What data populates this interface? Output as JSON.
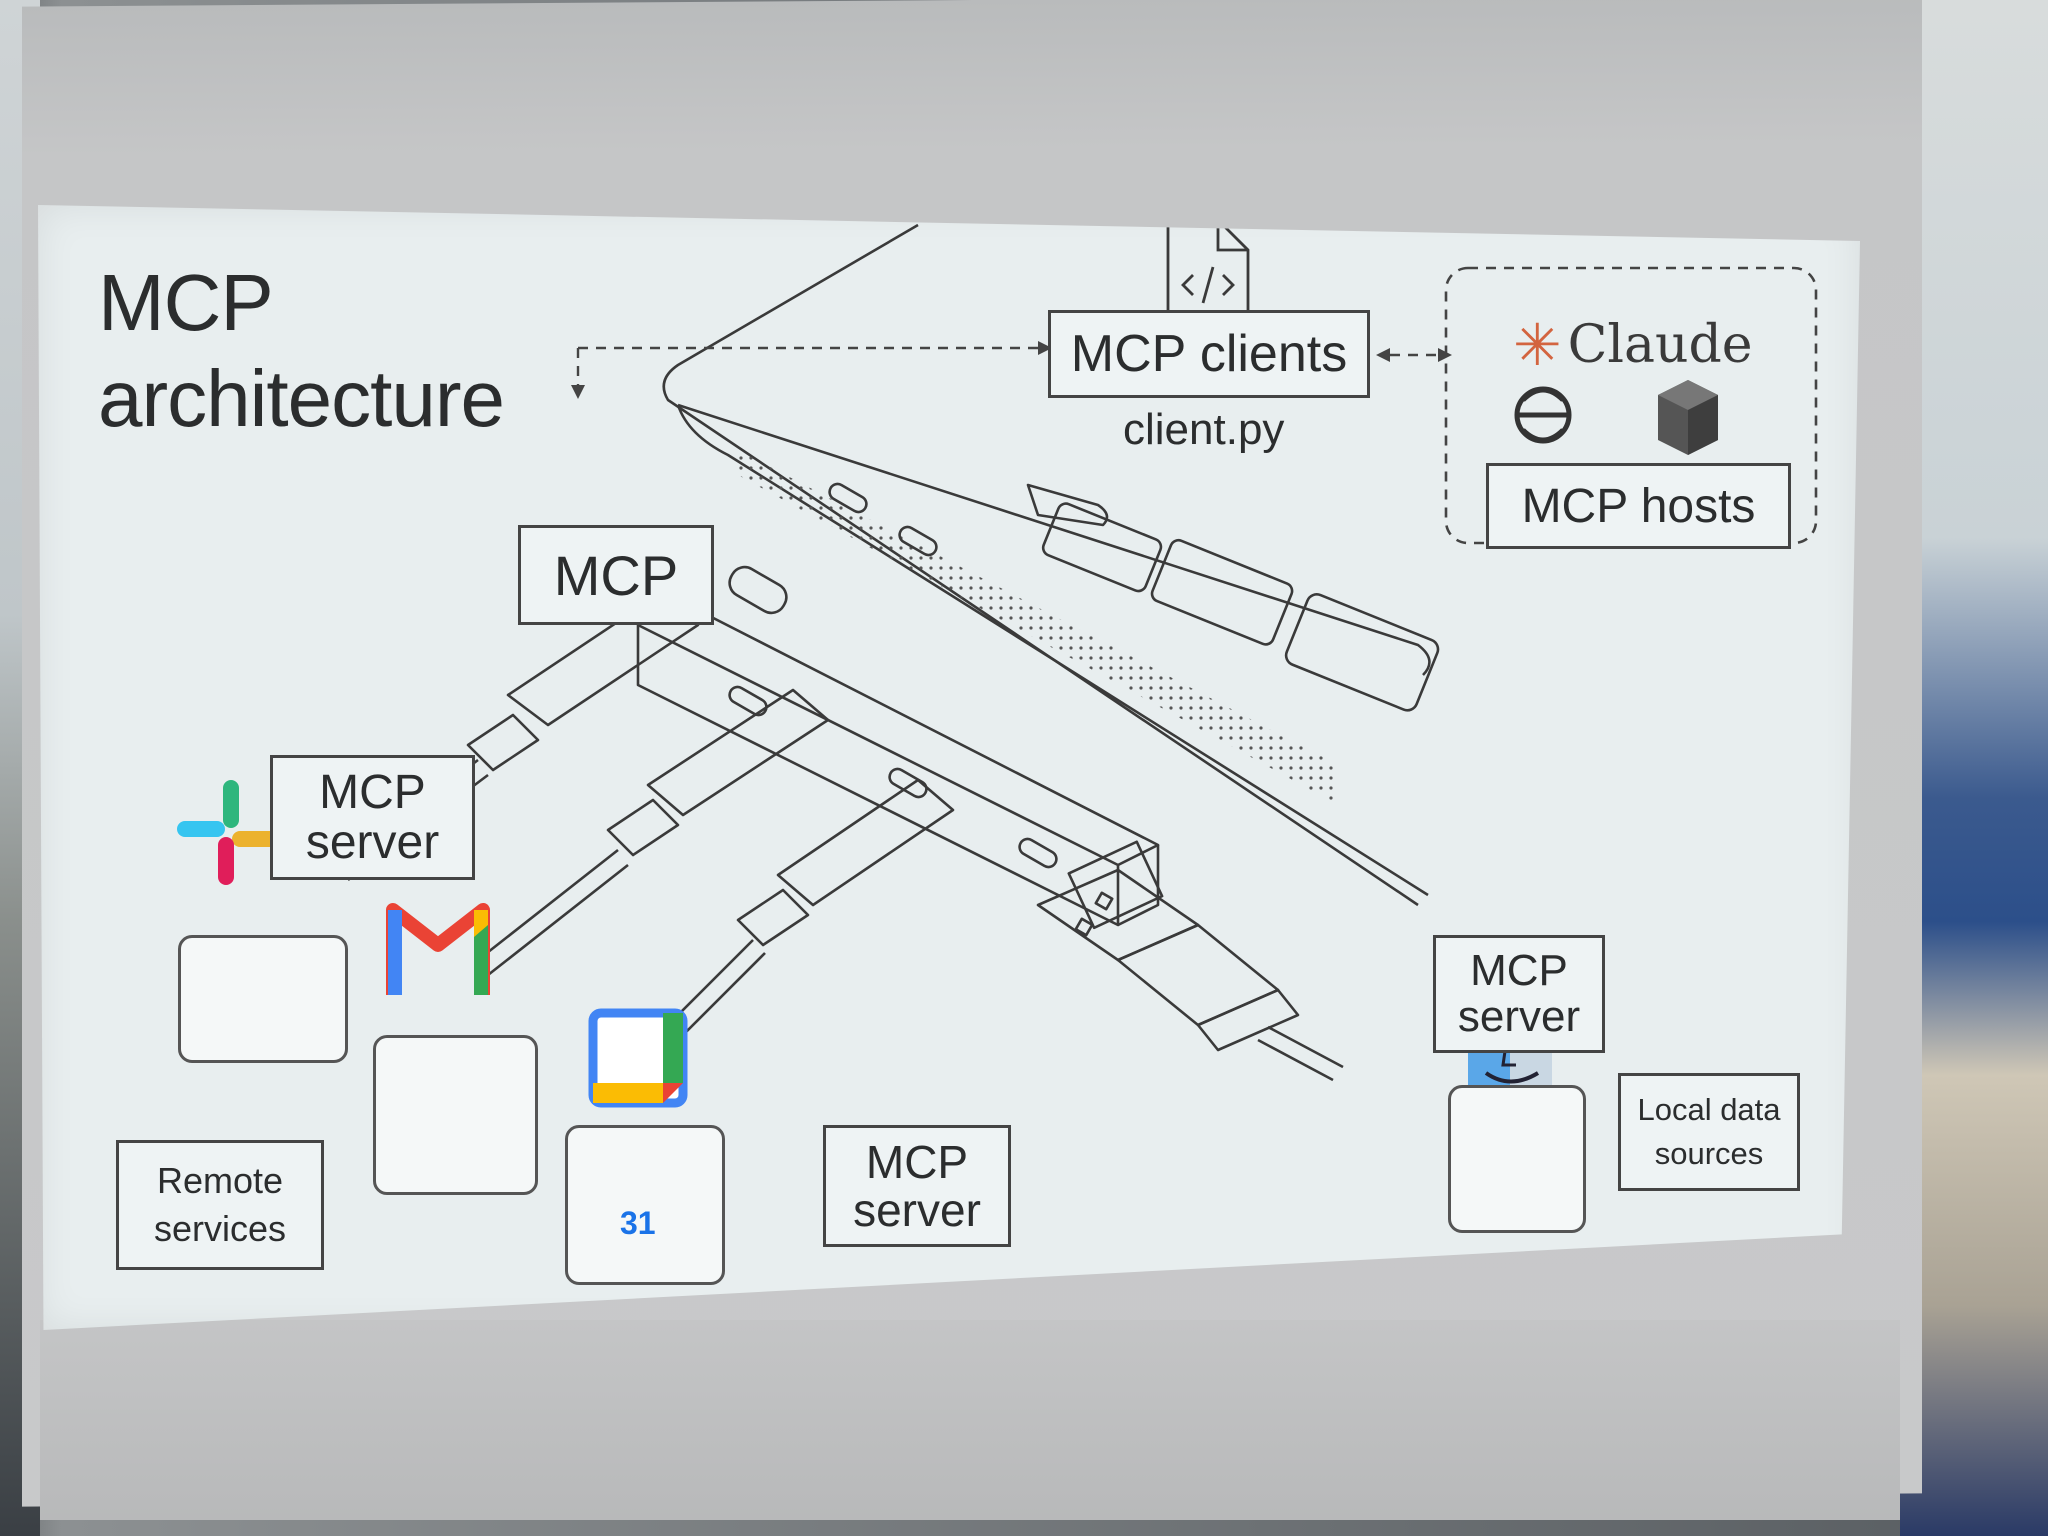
{
  "slide": {
    "title_line1": "MCP",
    "title_line2": "architecture"
  },
  "labels": {
    "mcp_clients": "MCP clients",
    "client_file": "client.py",
    "mcp_hosts": "MCP hosts",
    "mcp": "MCP",
    "mcp_server_1_line1": "MCP",
    "mcp_server_1_line2": "server",
    "mcp_server_2_line1": "MCP",
    "mcp_server_2_line2": "server",
    "mcp_server_3_line1": "MCP",
    "mcp_server_3_line2": "server",
    "remote_line1": "Remote",
    "remote_line2": "services",
    "local_line1": "Local data",
    "local_line2": "sources",
    "calendar_number": "31",
    "claude_brand": "Claude"
  },
  "icons": {
    "code_file": "code-file-icon",
    "claude": "claude-star-icon",
    "openai": "openai-knot-icon",
    "perplexity": "cube-icon",
    "slack": "slack-icon",
    "gmail": "gmail-icon",
    "calendar": "google-calendar-icon",
    "finder": "finder-icon"
  },
  "colors": {
    "claude_orange": "#d3643f",
    "slack_blue": "#36c5f0",
    "slack_green": "#2eb67d",
    "slack_red": "#e01e5a",
    "slack_yellow": "#ecb22e",
    "gmail_red": "#ea4335",
    "gmail_blue": "#4285f4",
    "gmail_green": "#34a853",
    "gmail_yellow": "#fbbc04",
    "finder_blue": "#5aa7e8"
  }
}
